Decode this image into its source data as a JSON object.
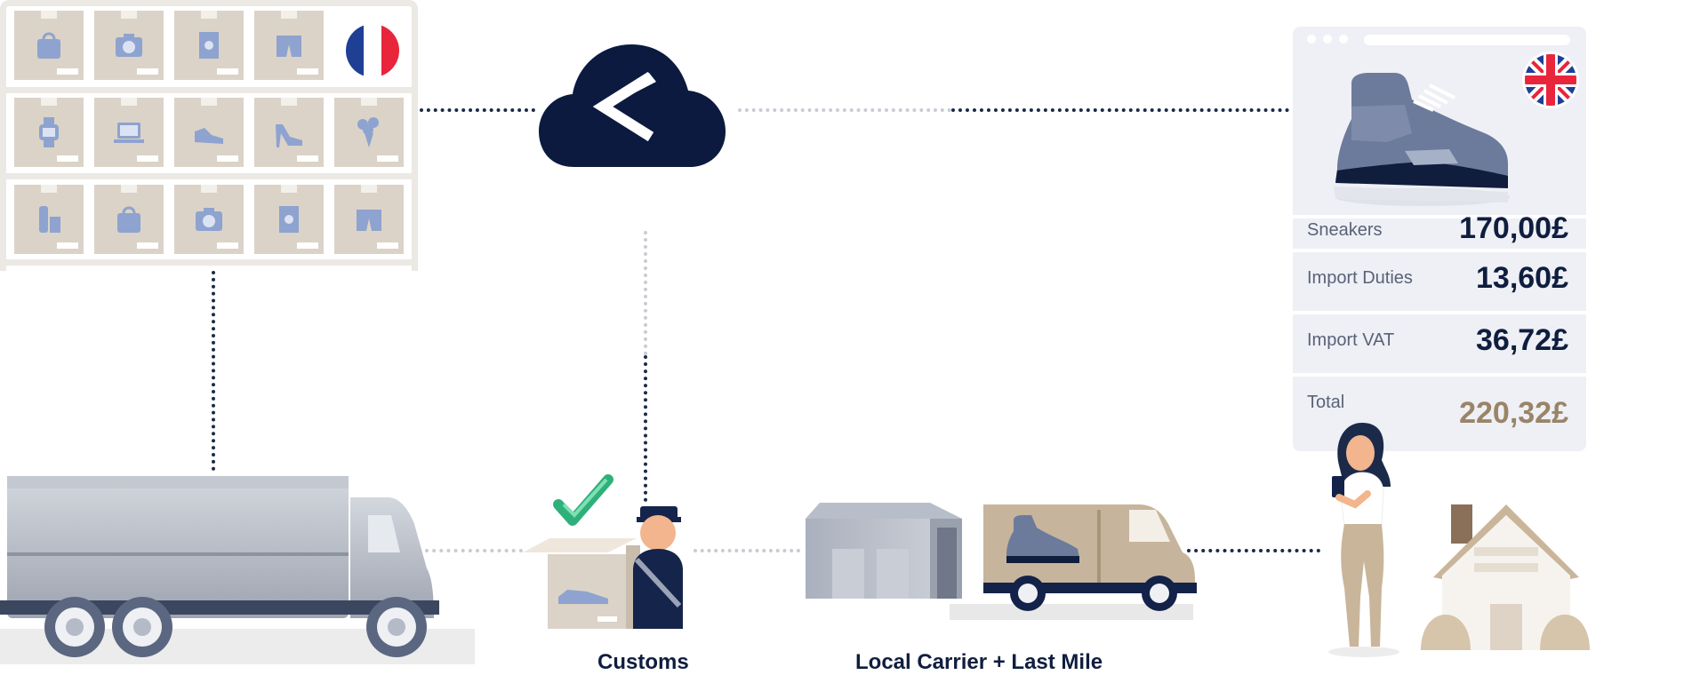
{
  "price_card": {
    "rows": [
      {
        "label": "Sneakers",
        "value": "170,00£"
      },
      {
        "label": "Import Duties",
        "value": "13,60£"
      },
      {
        "label": "Import VAT",
        "value": "36,72£"
      },
      {
        "label": "Total",
        "value": "220,32£"
      }
    ],
    "total_color": "#9a8468",
    "value_color": "#0f1e3f"
  },
  "origin_flag": "france-flag-icon",
  "destination_flag": "uk-flag-icon",
  "captions": {
    "customs": "Customs",
    "local_carrier": "Local Carrier + Last Mile"
  },
  "colors": {
    "navy": "#0f1e3f",
    "box_tan": "#dbd3c8",
    "icon_blue": "#8ea3cf",
    "truck_grey": "#b7bcc6"
  }
}
